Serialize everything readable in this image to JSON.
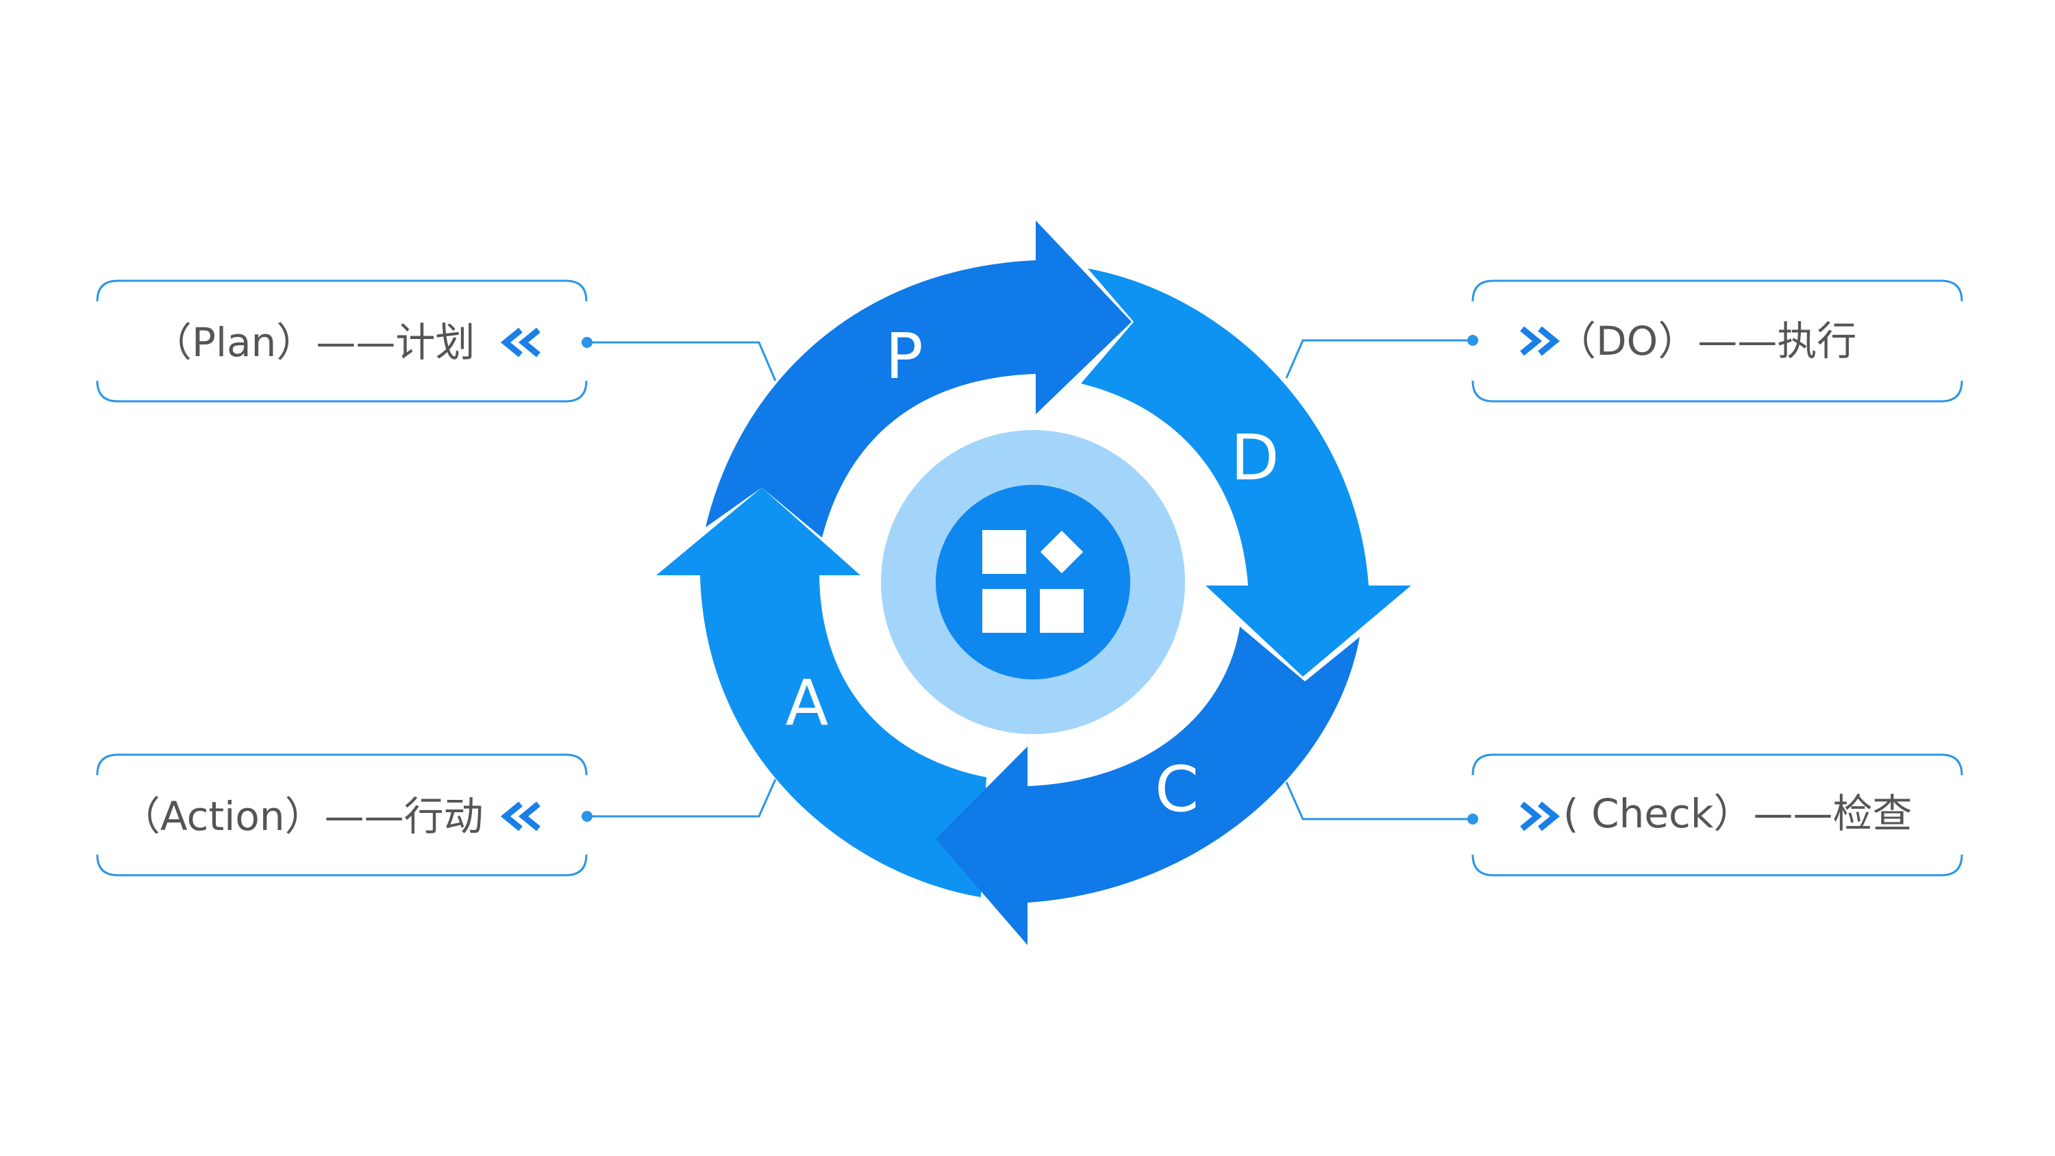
{
  "cycle": {
    "plan_letter": "P",
    "do_letter": "D",
    "check_letter": "C",
    "action_letter": "A"
  },
  "labels": {
    "plan": "（Plan）——计划",
    "do": "（DO）——执行",
    "check": "( Check）——检查",
    "action": "（Action）——行动"
  },
  "icons": {
    "center": "app-grid-icon",
    "chevron_left": "double-chevron-left-icon",
    "chevron_right": "double-chevron-right-icon"
  },
  "colors": {
    "dark_blue": "#0F7AE8",
    "mid_blue": "#0E93F2",
    "light_blue": "#A3D5FA",
    "accent_line": "#2B95E8",
    "text": "#555555"
  }
}
